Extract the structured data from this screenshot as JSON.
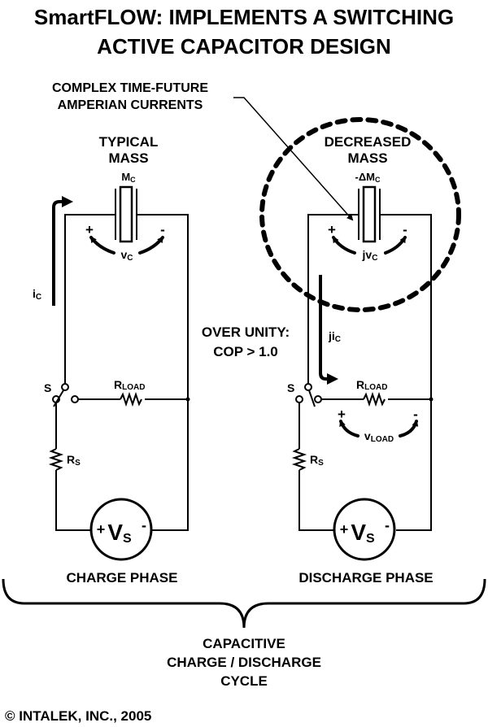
{
  "title": {
    "line1": "SmartFLOW: IMPLEMENTS A SWITCHING",
    "line2": "ACTIVE CAPACITOR DESIGN"
  },
  "annotation": {
    "line1": "COMPLEX TIME-FUTURE",
    "line2": "AMPERIAN CURRENTS"
  },
  "left_circuit": {
    "heading1": "TYPICAL",
    "heading2": "MASS",
    "mass_label": "M",
    "mass_sub": "C",
    "plus": "+",
    "minus": "-",
    "voltage_label": "v",
    "voltage_sub": "C",
    "current_label": "i",
    "current_sub": "C",
    "switch_label": "S",
    "rload_label": "R",
    "rload_sub": "LOAD",
    "rs_label": "R",
    "rs_sub": "S",
    "source_plus": "+",
    "source_label": "V",
    "source_sub": "S",
    "source_minus": "-",
    "phase_label": "CHARGE PHASE"
  },
  "right_circuit": {
    "heading1": "DECREASED",
    "heading2": "MASS",
    "mass_label": "-ΔM",
    "mass_sub": "C",
    "plus": "+",
    "minus": "-",
    "voltage_label": "jv",
    "voltage_sub": "C",
    "current_label": "ji",
    "current_sub": "C",
    "switch_label": "S",
    "rload_label": "R",
    "rload_sub": "LOAD",
    "vload_plus": "+",
    "vload_minus": "-",
    "vload_label": "v",
    "vload_sub": "LOAD",
    "rs_label": "R",
    "rs_sub": "S",
    "source_plus": "+",
    "source_label": "V",
    "source_sub": "S",
    "source_minus": "-",
    "phase_label": "DISCHARGE PHASE"
  },
  "center": {
    "line1": "OVER UNITY:",
    "line2": "COP > 1.0"
  },
  "cycle": {
    "line1": "CAPACITIVE",
    "line2": "CHARGE / DISCHARGE",
    "line3": "CYCLE"
  },
  "copyright": "© INTALEK, INC., 2005"
}
